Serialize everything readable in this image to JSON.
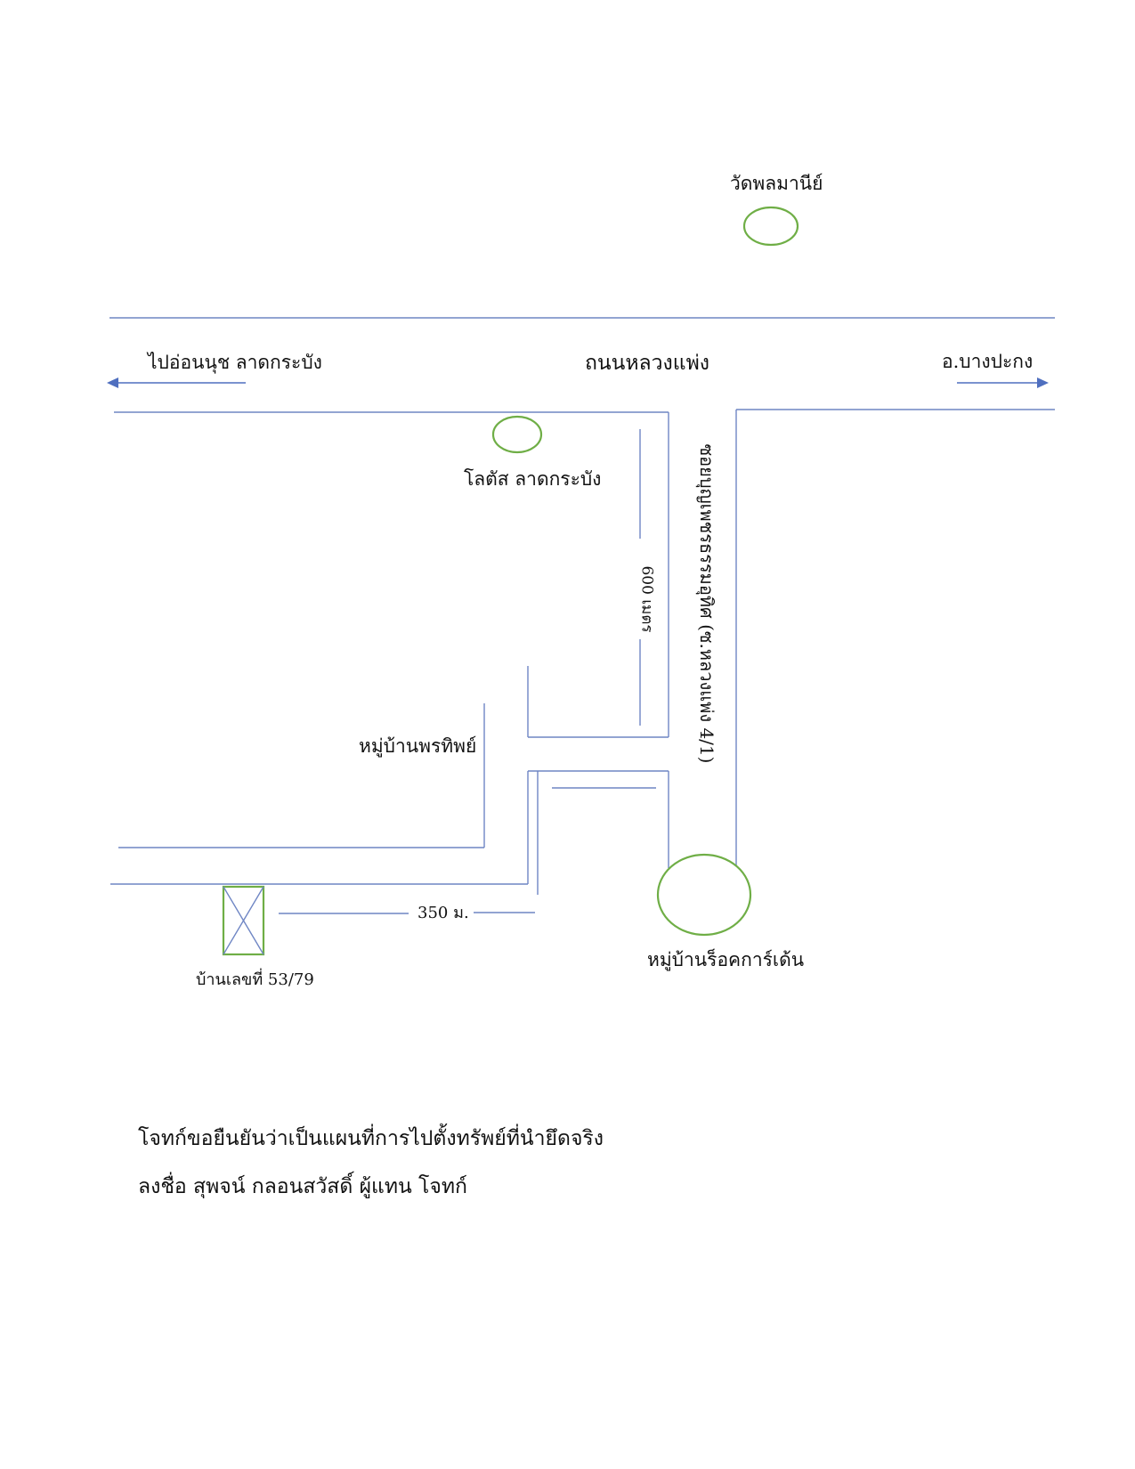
{
  "map": {
    "temple_label": "วัดพลมานีย์",
    "main_road_label": "ถนนหลวงแพ่ง",
    "west_direction_label": "ไปอ่อนนุช ลาดกระบัง",
    "east_direction_label": "อ.บางปะกง",
    "lotus_label": "โลตัส ลาดกระบัง",
    "soi_label": "ซอยบุญเพชรธรรมอุทิศ (ซ.หลวงแพ่ง 4/1)",
    "soi_distance_label": "600 เมตร",
    "pornthip_village_label": "หมู่บ้านพรทิพย์",
    "distance_350_label": "350 ม.",
    "house_label": "บ้านเลขที่ 53/79",
    "rock_garden_label": "หมู่บ้านร็อคการ์เด้น",
    "colors": {
      "road": "#6f86c4",
      "landmark": "#6fae46",
      "arrow": "#4f6fbf"
    }
  },
  "statement": {
    "line1": "โจทก์ขอยืนยันว่าเป็นแผนที่การไปตั้งทรัพย์ที่นำยึดจริง",
    "line2": "ลงชื่อ สุพจน์ กลอนสวัสดิ์ ผู้แทน โจทก์"
  }
}
